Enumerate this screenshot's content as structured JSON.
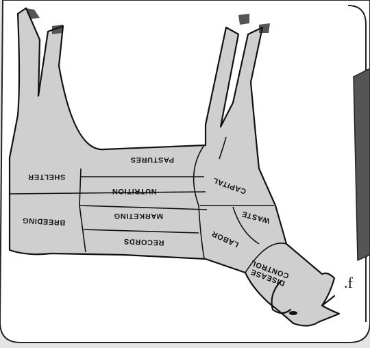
{
  "diagram": {
    "orientation": "upside-down",
    "colors": {
      "background": "#e4e4e4",
      "card": "#ffffff",
      "body": "#cfcfcf",
      "outline": "#111111",
      "side_panel": "#555555"
    },
    "regions": [
      {
        "id": "shelter",
        "label": "SHELTER"
      },
      {
        "id": "breeding",
        "label": "BREEDING"
      },
      {
        "id": "pastures",
        "label": "PASTURES"
      },
      {
        "id": "nutrition",
        "label": "NUTRITION"
      },
      {
        "id": "marketing",
        "label": "MARKETING"
      },
      {
        "id": "records",
        "label": "RECORDS"
      },
      {
        "id": "capital",
        "label": "CAPITAL"
      },
      {
        "id": "waste",
        "label": "WASTE"
      },
      {
        "id": "labor",
        "label": "LABOR"
      },
      {
        "id": "disease_control",
        "label": "DISEASE CONTROL",
        "lines": [
          "DISEASE",
          "CONTROL"
        ]
      }
    ],
    "edge_text": ".f"
  }
}
